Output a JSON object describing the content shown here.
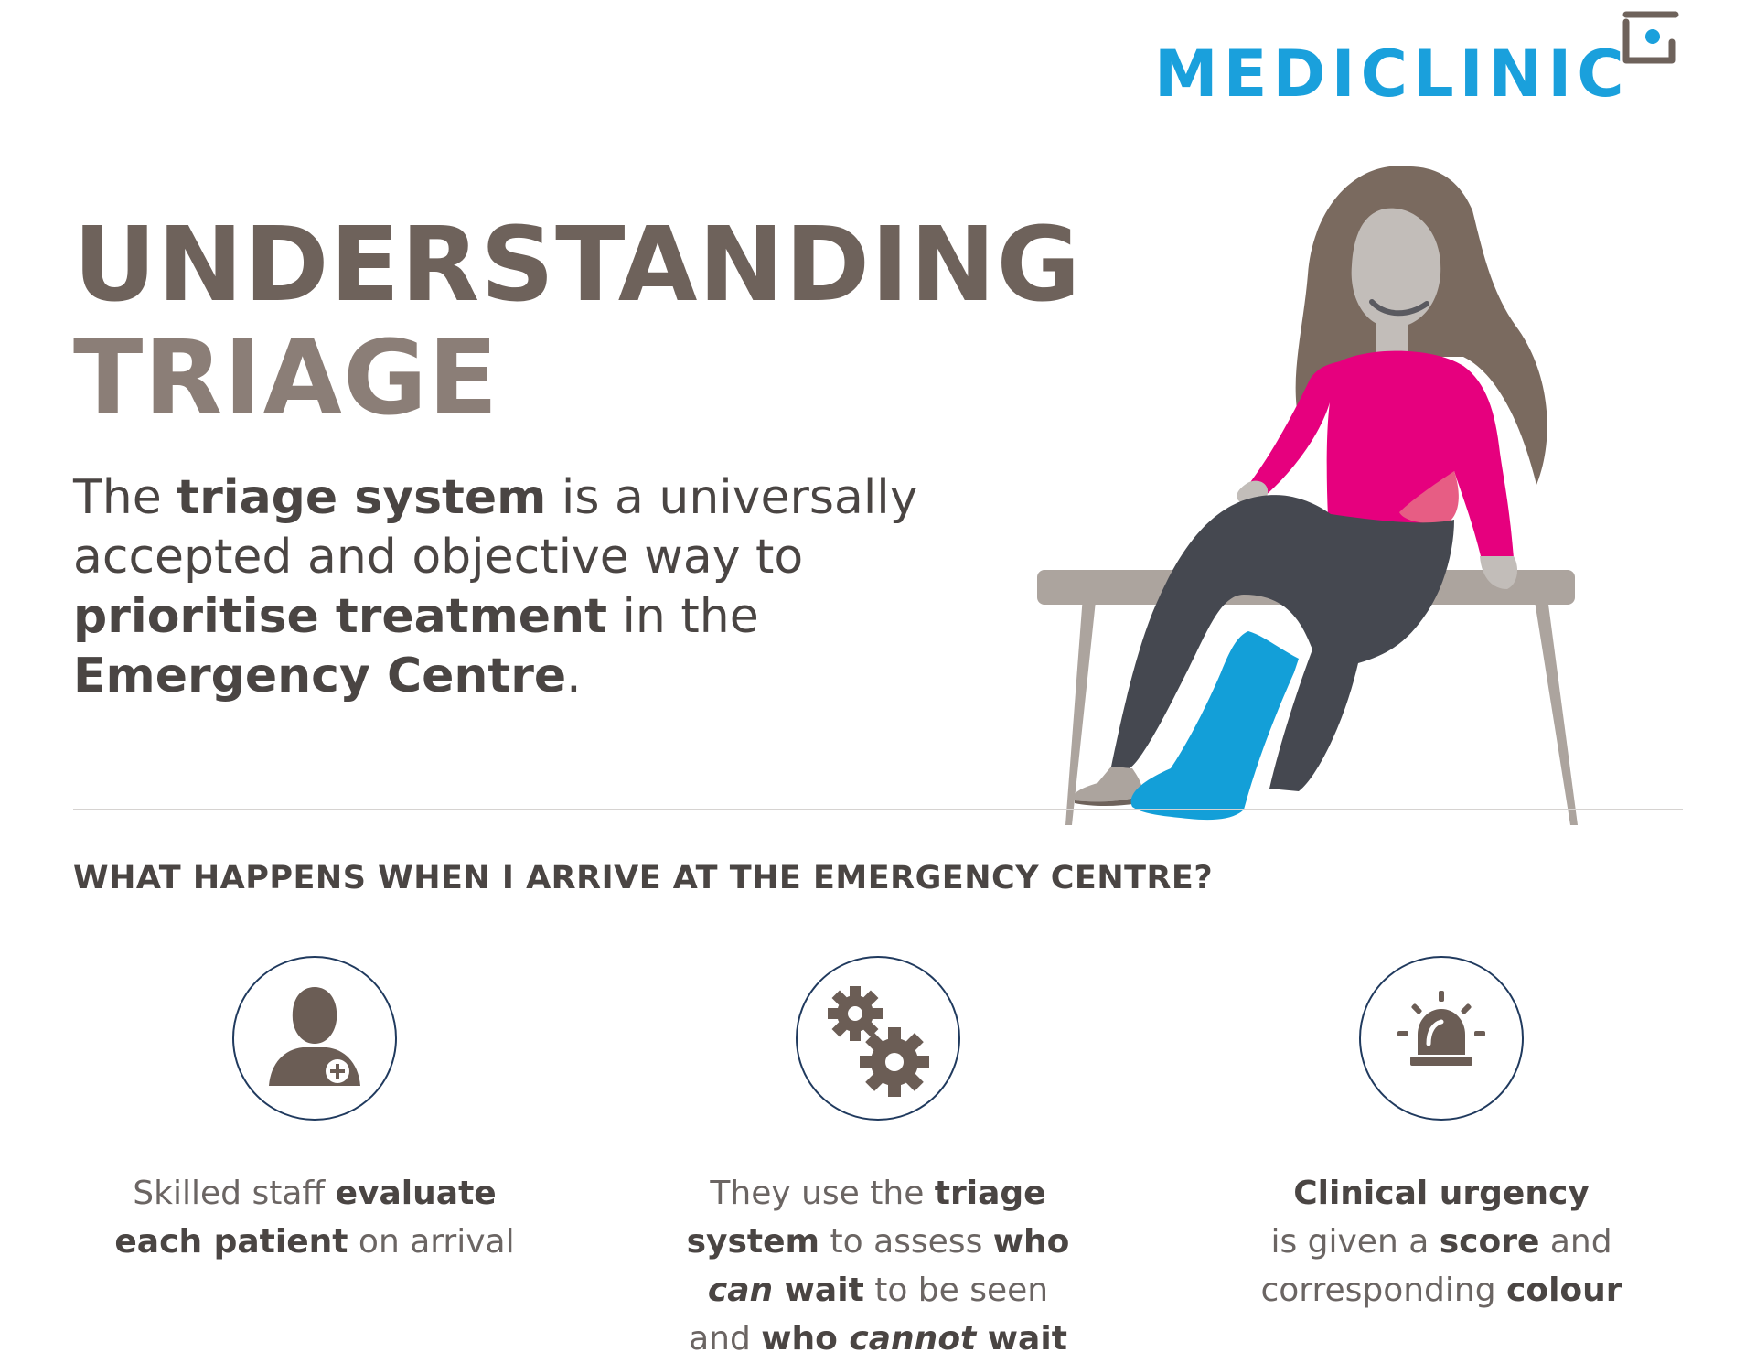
{
  "brand": {
    "name": "MEDICLINIC",
    "color": "#1aa0dc"
  },
  "title": {
    "line1": "UNDERSTANDING",
    "line2": "TRIAGE"
  },
  "intro": {
    "p1": "The ",
    "b1": "triage system",
    "p2": " is a universally accepted and objective way to ",
    "b2": "prioritise treatment",
    "p3": " in the ",
    "b3": "Emergency Centre",
    "p4": "."
  },
  "section": {
    "question": "WHAT HAPPENS WHEN I ARRIVE AT THE EMERGENCY CENTRE?"
  },
  "steps": [
    {
      "icon": "medical-staff-icon",
      "t1": "Skilled staff ",
      "b1": "evaluate",
      "b2": "each patient",
      "t2": " on arrival"
    },
    {
      "icon": "gears-icon",
      "t1": "They use the ",
      "b1": "triage",
      "b2": "system",
      "t2": " to assess ",
      "b3": "who",
      "i1": "can",
      "b4": " wait",
      "t3": " to be seen",
      "t4": "and ",
      "b5": "who ",
      "i2": "cannot",
      "b6": " wait"
    },
    {
      "icon": "alarm-siren-icon",
      "b1": "Clinical urgency",
      "t1": "is given a ",
      "b2": "score",
      "t2": " and",
      "t3": "corresponding ",
      "b3": "colour"
    }
  ],
  "colors": {
    "title": "#6e625b",
    "sweater": "#e6007e",
    "cast": "#139fd8",
    "hair": "#7a6a5f",
    "trousers": "#454850",
    "bench": "#aca49e",
    "icon": "#6b5d55",
    "circle_border": "#203a5e"
  }
}
